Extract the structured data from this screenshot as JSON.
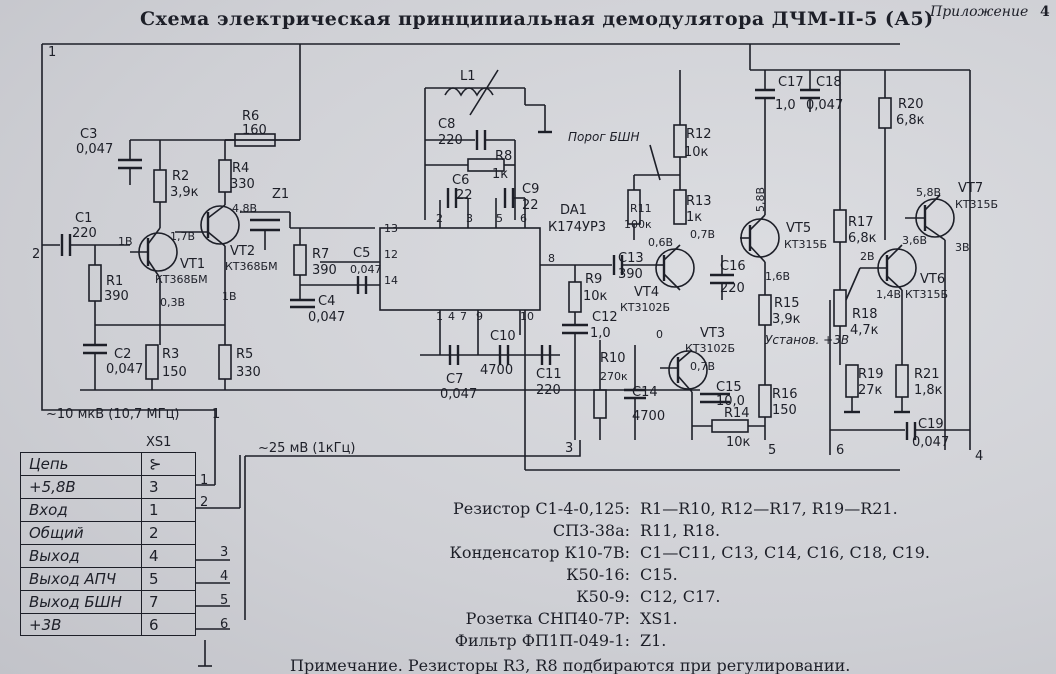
{
  "header": {
    "title": "Схема электрическая принципиальная демодулятора ДЧМ-II-5 (А5)",
    "appendix": "Приложение",
    "page": "4"
  },
  "labels": {
    "c3": "C3",
    "c3v": "0,047",
    "r2": "R2",
    "r2v": "3,9к",
    "r6": "R6",
    "r6v": "160",
    "r4": "R4",
    "r4v": "330",
    "c1": "C1",
    "c1v": "220",
    "r1": "R1",
    "r1v": "390",
    "c2": "C2",
    "c2v": "0,047",
    "r3": "R3",
    "r3v": "150",
    "r5": "R5",
    "r5v": "330",
    "vt1": "VT1",
    "vt1t": "КТ368БМ",
    "vt2": "VT2",
    "vt2t": "КТ368БМ",
    "z1": "Z1",
    "r7": "R7",
    "r7v": "390",
    "c5": "C5",
    "c5v": "0,047",
    "c4": "C4",
    "c4v": "0,047",
    "l1": "L1",
    "c8": "C8",
    "c8v": "220",
    "r8": "R8",
    "r8v": "1к",
    "c6": "C6",
    "c6v": "22",
    "c9": "C9",
    "c9v": "22",
    "da1": "DA1",
    "da1t": "К174УР3",
    "c7": "C7",
    "c7v": "0,047",
    "c10": "C10",
    "c10v": "4700",
    "c11": "C11",
    "c11v": "220",
    "porog": "Порог БШН",
    "r12": "R12",
    "r12v": "10к",
    "r11": "R11",
    "r11v": "100к",
    "r13": "R13",
    "r13v": "1к",
    "c13": "C13",
    "c13v": "390",
    "r9": "R9",
    "r9v": "10к",
    "c12": "C12",
    "c12v": "1,0",
    "vt4": "VT4",
    "vt4t": "КТ3102Б",
    "r10": "R10",
    "r10v": "270к",
    "c14": "C14",
    "c14v": "4700",
    "vt3": "VT3",
    "vt3t": "КТ3102Б",
    "c15": "C15",
    "c15v": "10,0",
    "r14": "R14",
    "r14v": "10к",
    "r16": "R16",
    "r16v": "150",
    "c16": "C16",
    "c16v": "220",
    "c17": "C17",
    "c17v": "1,0",
    "c18": "C18",
    "c18v": "0,047",
    "vt5": "VT5",
    "vt5t": "КТ315Б",
    "r15": "R15",
    "r15v": "3,9к",
    "ustanov": "Установ. +3В",
    "r20": "R20",
    "r20v": "6,8к",
    "r17": "R17",
    "r17v": "6,8к",
    "vt7": "VT7",
    "vt7t": "КТ315Б",
    "vt6": "VT6",
    "vt6t": "КТ315Б",
    "r18": "R18",
    "r18v": "4,7к",
    "r19": "R19",
    "r19v": "27к",
    "r21": "R21",
    "r21v": "1,8к",
    "c19": "C19",
    "c19v": "0,047",
    "v_16": "1В",
    "v_176": "1,7В",
    "v_038": "0,3В",
    "v_48": "4,8В",
    "v_18": "1В",
    "v_06": "0,6В",
    "v_07": "0,7В",
    "v_588": "5,8В",
    "v_16b": "1,6В",
    "v_0": "0",
    "v_078": "0,7В",
    "v_588b": "5,8В",
    "v_368": "3,6В",
    "v_3b": "3В",
    "v_2b": "2В",
    "v_148": "1,4В",
    "sig_in": "~10 мкВ (10,7 МГц)",
    "sig_out": "~25 мВ (1кГц)",
    "n1": "1",
    "n2": "2",
    "n3": "3",
    "n4": "4",
    "n5": "5",
    "n6": "6",
    "n1b": "1",
    "p13": "13",
    "p12": "12",
    "p14": "14",
    "p2": "2",
    "p3": "3",
    "p5": "5",
    "p6": "6",
    "p8": "8",
    "p1": "1",
    "p4": "4",
    "p7": "7",
    "p9": "9",
    "p10": "10",
    "pin1": "1",
    "pin2": "2",
    "pin3": "3",
    "pin4": "4",
    "pin5": "5",
    "pin6": "6"
  },
  "xs1": {
    "title": "XS1",
    "rows": [
      {
        "name": "Цепь",
        "pin": "⊱"
      },
      {
        "name": "+5,8В",
        "pin": "3"
      },
      {
        "name": "Вход",
        "pin": "1"
      },
      {
        "name": "Общий",
        "pin": "2"
      },
      {
        "name": "Выход",
        "pin": "4"
      },
      {
        "name": "Выход АПЧ",
        "pin": "5"
      },
      {
        "name": "Выход БШН",
        "pin": "7"
      },
      {
        "name": "+3В",
        "pin": "6"
      }
    ]
  },
  "legend": [
    {
      "key": "Резистор С1-4-0,125:",
      "value": "R1—R10, R12—R17, R19—R21."
    },
    {
      "key": "СП3-38а:",
      "value": "R11, R18."
    },
    {
      "key": "Конденсатор К10-7В:",
      "value": "C1—C11, C13, C14, C16, C18, C19."
    },
    {
      "key": "К50-16:",
      "value": "C15."
    },
    {
      "key": "К50-9:",
      "value": "C12, C17."
    },
    {
      "key": "Розетка СНП40-7Р:",
      "value": "XS1."
    },
    {
      "key": "Фильтр ФП1П-049-1:",
      "value": "Z1."
    }
  ],
  "note": "Примечание. Резисторы R3, R8 подбираются при регулировании."
}
